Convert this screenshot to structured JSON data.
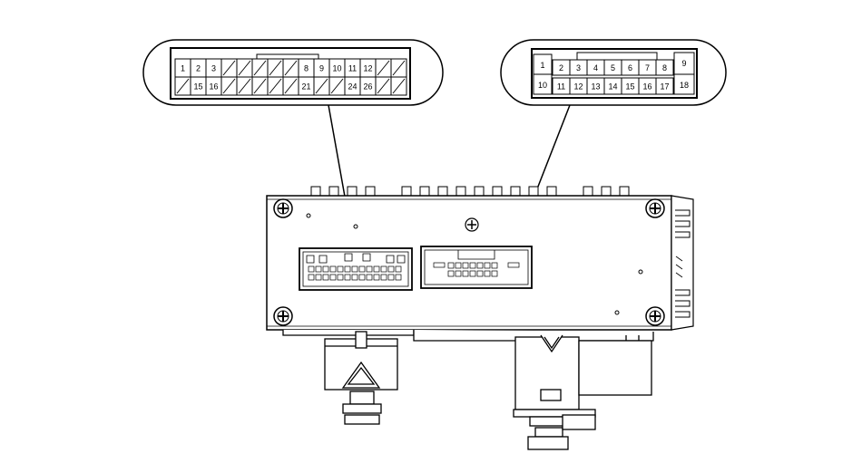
{
  "connector_a": {
    "top_row": [
      {
        "label": "1"
      },
      {
        "label": "2"
      },
      {
        "label": "3"
      },
      {
        "label": ""
      },
      {
        "label": ""
      },
      {
        "label": ""
      },
      {
        "label": ""
      },
      {
        "label": ""
      },
      {
        "label": "8"
      },
      {
        "label": "9"
      },
      {
        "label": "10"
      },
      {
        "label": "11"
      },
      {
        "label": "12"
      },
      {
        "label": ""
      },
      {
        "label": ""
      }
    ],
    "bottom_row": [
      {
        "label": ""
      },
      {
        "label": "15"
      },
      {
        "label": "16"
      },
      {
        "label": ""
      },
      {
        "label": ""
      },
      {
        "label": ""
      },
      {
        "label": ""
      },
      {
        "label": ""
      },
      {
        "label": "21"
      },
      {
        "label": ""
      },
      {
        "label": ""
      },
      {
        "label": "24"
      },
      {
        "label": "26"
      },
      {
        "label": ""
      },
      {
        "label": ""
      }
    ]
  },
  "connector_b": {
    "pin_1": "1",
    "pin_10": "10",
    "pin_9": "9",
    "pin_18": "18",
    "top_row": [
      {
        "label": "2"
      },
      {
        "label": "3"
      },
      {
        "label": "4"
      },
      {
        "label": "5"
      },
      {
        "label": "6"
      },
      {
        "label": "7"
      },
      {
        "label": "8"
      }
    ],
    "bottom_row": [
      {
        "label": "11"
      },
      {
        "label": "12"
      },
      {
        "label": "13"
      },
      {
        "label": "14"
      },
      {
        "label": "15"
      },
      {
        "label": "16"
      },
      {
        "label": "17"
      }
    ]
  }
}
